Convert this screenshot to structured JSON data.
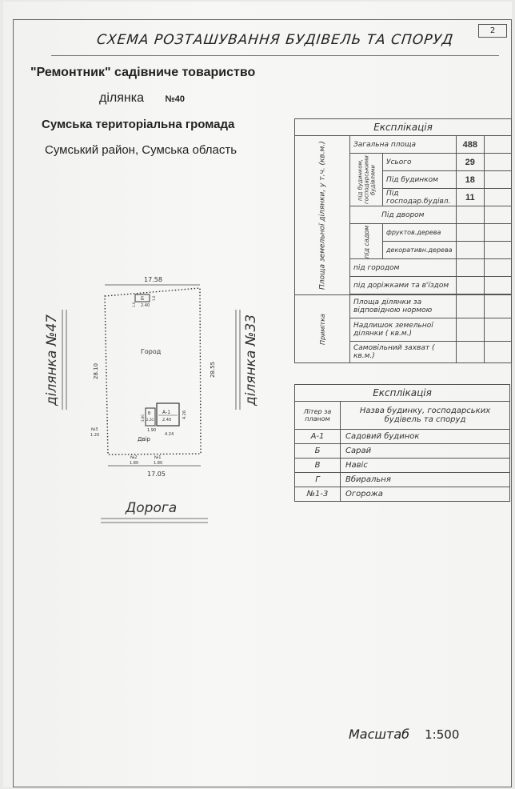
{
  "page_number": "2",
  "title": "СХЕМА РОЗТАШУВАННЯ БУДІВЕЛЬ ТА СПОРУД",
  "organization": "\"Ремонтник\" садівниче товариство",
  "plot_label": "ділянка",
  "plot_number": "№40",
  "community": "Сумська територіальна громада",
  "district": "Сумський район, Сумська область",
  "explication": {
    "caption": "Експлікація",
    "side_label": "Площа земельної ділянки, у т.ч. (кв.м.)",
    "built_group_label": "під будинком, господарськими будівлями",
    "garden_group_label": "під садом",
    "total_label": "Загальна площа",
    "total_value": "488",
    "all_label": "Усього",
    "all_value": "29",
    "house_label": "Під будинком",
    "house_value": "18",
    "outbuild_label": "Під господар.будівл.",
    "outbuild_value": "11",
    "yard_label": "Під двором",
    "fruit_label": "фруктов.дерева",
    "decor_label": "декоративн.дерева",
    "garden_label": "під городом",
    "paths_label": "під доріжками та в'їздом",
    "note_label": "Примітка",
    "norm_label": "Площа ділянки за відповідною нормою",
    "excess_label": "Надлишок земельної ділянки ( кв.м.)",
    "seizure_label": "Самовільний захват ( кв.м.)"
  },
  "legend": {
    "caption": "Експлікація",
    "col_letter": "Літер за планом",
    "col_name": "Назва будинку, господарських будівель та споруд",
    "rows": [
      {
        "letter": "А-1",
        "name": "Садовий будинок"
      },
      {
        "letter": "Б",
        "name": "Сарай"
      },
      {
        "letter": "В",
        "name": "Навіс"
      },
      {
        "letter": "Г",
        "name": "Вбиральня"
      },
      {
        "letter": "№1-3",
        "name": "Огорожа"
      }
    ]
  },
  "plan": {
    "top_width": "17.58",
    "bottom_width": "17.05",
    "left_side": "28.10",
    "right_side": "28.55",
    "field_label": "Город",
    "yard_label": "Двір",
    "road_label": "Дорога",
    "neighbor_left": "ділянка №47",
    "neighbor_right": "ділянка №33",
    "shed_letter": "Б",
    "shed_w": "2.40",
    "shed_h1": "1.0",
    "shed_h2": "1.0",
    "canopy_letter": "В",
    "canopy_dim": "2.20",
    "canopy_h": "3.60",
    "house_letter": "А-1",
    "house_w": "2.40",
    "house_h": "4.26",
    "house_bottom": "4.24",
    "canopy_bottom": "1.90",
    "fence1": "№1",
    "fence1_len": "1.80",
    "fence2": "№2",
    "fence2_len": "1.80",
    "fence3": "№3",
    "fence3_len": "1.20"
  },
  "scale_label": "Масштаб",
  "scale_value": "1:500"
}
